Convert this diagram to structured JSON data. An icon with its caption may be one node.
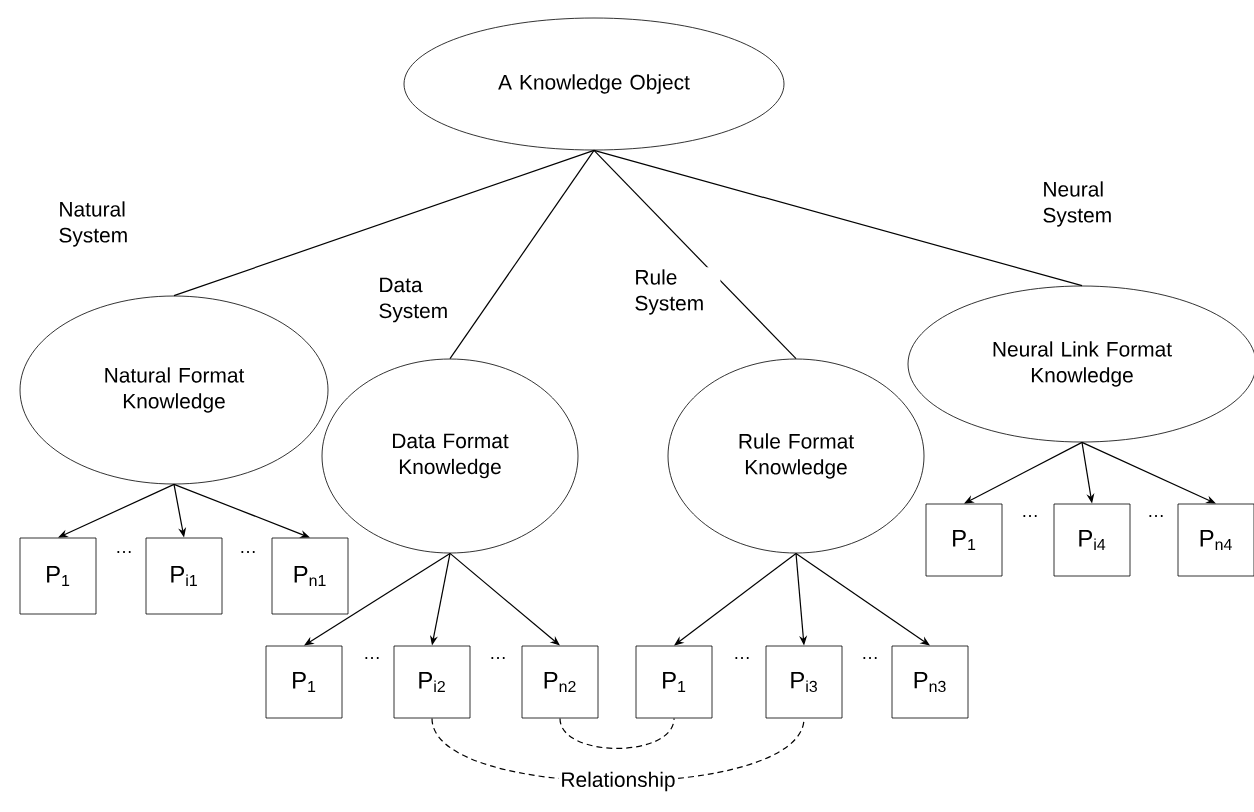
{
  "diagram": {
    "nodes": [
      {
        "text": [
          "A Knowledge Object"
        ]
      },
      {
        "text": [
          "Natural Format Knowledge"
        ]
      },
      {
        "text": [
          "Data Format Knowledge"
        ]
      },
      {
        "text": [
          "Rule Format Knowledge"
        ]
      },
      {
        "text": [
          "Neural Link Format Knowledge"
        ]
      },
      {
        "text": [
          "P$_{1}$"
        ]
      },
      {
        "text": [
          "P$_{i1}$"
        ]
      },
      {
        "text": [
          "P$_{n1}$"
        ]
      },
      {
        "text": [
          "P$_{1}$"
        ]
      },
      {
        "text": [
          "P$_{i2}$"
        ]
      },
      {
        "text": [
          "P$_{n2}$"
        ]
      },
      {
        "text": [
          "P$_{1}$"
        ]
      },
      {
        "text": [
          "P$_{i3}$"
        ]
      },
      {
        "text": [
          "P$_{n3}$"
        ]
      },
      {
        "text": [
          "P$_{1}$"
        ]
      },
      {
        "text": [
          "P$_{i4}$"
        ]
      },
      {
        "text": [
          "P$_{n4}$"
        ]
      }
    ],
    "edges": [
      {
        "from": 0,
        "to": 1,
        "arrow": "none",
        "label": "Natural System"
      },
      {
        "from": 0,
        "to": 2,
        "arrow": "none",
        "label": "Data System"
      },
      {
        "from": 0,
        "to": 3,
        "arrow": "none",
        "label": "Rule System"
      },
      {
        "from": 0,
        "to": 4,
        "arrow": "none",
        "label": "Neural System"
      },
      {
        "from": 1,
        "to": 5,
        "arrow": "to"
      },
      {
        "from": 1,
        "to": 6,
        "arrow": "to"
      },
      {
        "from": 1,
        "to": 7,
        "arrow": "to"
      },
      {
        "from": 2,
        "to": 8,
        "arrow": "to"
      },
      {
        "from": 2,
        "to": 9,
        "arrow": "to"
      },
      {
        "from": 2,
        "to": 10,
        "arrow": "to"
      },
      {
        "from": 3,
        "to": 11,
        "arrow": "to"
      },
      {
        "from": 3,
        "to": 12,
        "arrow": "to"
      },
      {
        "from": 3,
        "to": 13,
        "arrow": "to"
      },
      {
        "from": 4,
        "to": 14,
        "arrow": "to"
      },
      {
        "from": 4,
        "to": 15,
        "arrow": "to"
      },
      {
        "from": 4,
        "to": 16,
        "arrow": "to"
      },
      {
        "from": 9,
        "to": 12,
        "arrow": "none",
        "style": "dashed",
        "label": "Relationship"
      },
      {
        "from": 10,
        "to": 11,
        "arrow": "none",
        "style": "dashed"
      }
    ],
    "labels": [
      "…",
      "…",
      "…",
      "…",
      "…",
      "…",
      "…",
      "…"
    ]
  }
}
